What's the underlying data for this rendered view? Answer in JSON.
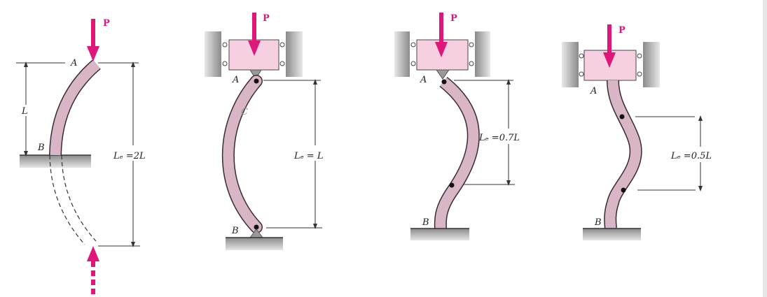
{
  "colors": {
    "load_arrow": "#e0177a",
    "column": "#d8b6c6",
    "block": "#f6cfe0",
    "ground": "#9a9a9a"
  },
  "cases": [
    {
      "load": "P",
      "top": "A",
      "bottom": "B",
      "length": "L",
      "effective_length": "Lₑ =2L"
    },
    {
      "load": "P",
      "top": "A",
      "bottom": "B",
      "midpoint": "C",
      "effective_length": "Lₑ = L"
    },
    {
      "load": "P",
      "top": "A",
      "bottom": "B",
      "effective_length": "Lₑ =0.7L"
    },
    {
      "load": "P",
      "top": "A",
      "bottom": "B",
      "effective_length": "Lₑ =0.5L"
    }
  ]
}
